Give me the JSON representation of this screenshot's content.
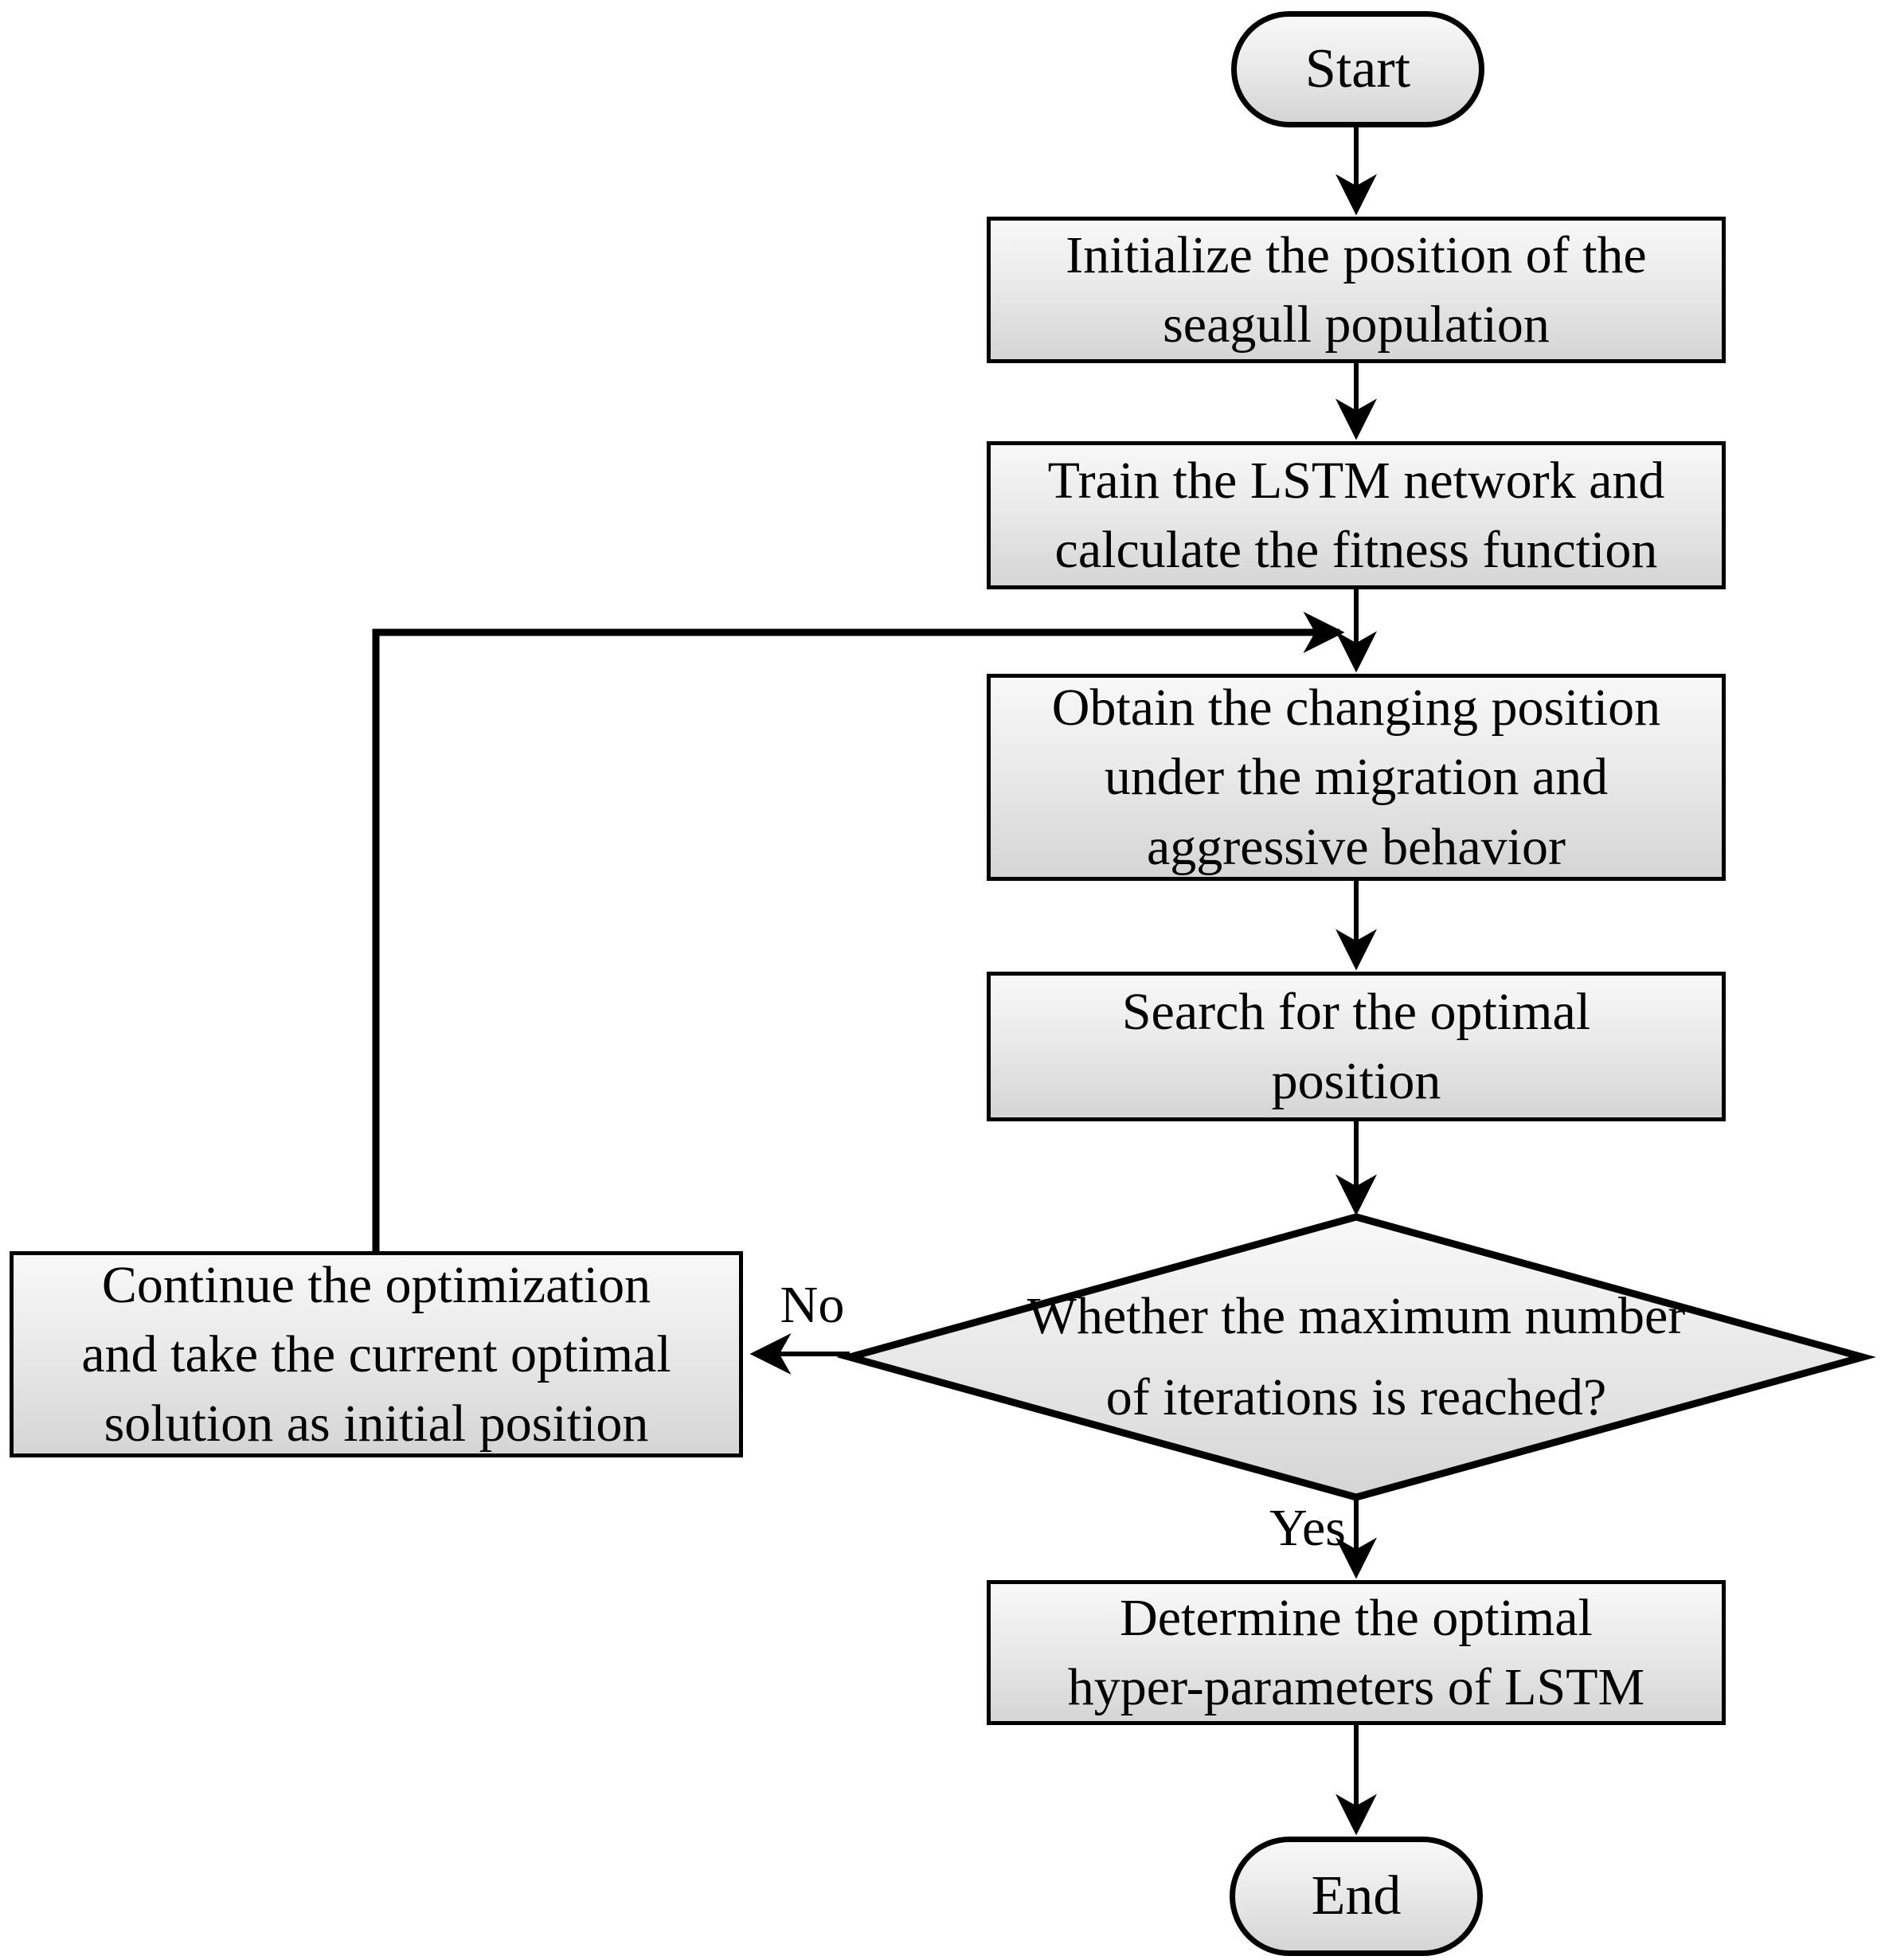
{
  "diagram": {
    "type": "flowchart",
    "colors": {
      "background": "#ffffff",
      "stroke": "#000000",
      "node_fill_top": "#f8f8f8",
      "node_fill_bottom": "#d5d5d5"
    },
    "nodes": {
      "start": {
        "shape": "terminator",
        "label": "Start"
      },
      "initialize": {
        "shape": "process",
        "lines": [
          "Initialize  the position of the",
          "seagull  population"
        ]
      },
      "train": {
        "shape": "process",
        "lines": [
          "Train the LSTM network and",
          "calculate the fitness function"
        ]
      },
      "obtain": {
        "shape": "process",
        "lines": [
          "Obtain the changing position",
          "under the migration  and",
          "aggressive behavior"
        ]
      },
      "search": {
        "shape": "process",
        "lines": [
          "Search for the optimal",
          "position"
        ]
      },
      "decision": {
        "shape": "decision",
        "lines": [
          "Whether the maximum  number",
          "of iterations  is reached?"
        ]
      },
      "continue": {
        "shape": "process",
        "lines": [
          "Continue the optimization",
          "and take the current optimal",
          "solution as initial  position"
        ]
      },
      "determine": {
        "shape": "process",
        "lines": [
          "Determine  the optimal",
          "hyper-parameters  of LSTM"
        ]
      },
      "end": {
        "shape": "terminator",
        "label": "End"
      }
    },
    "edge_labels": {
      "no": "No",
      "yes": "Yes"
    }
  }
}
